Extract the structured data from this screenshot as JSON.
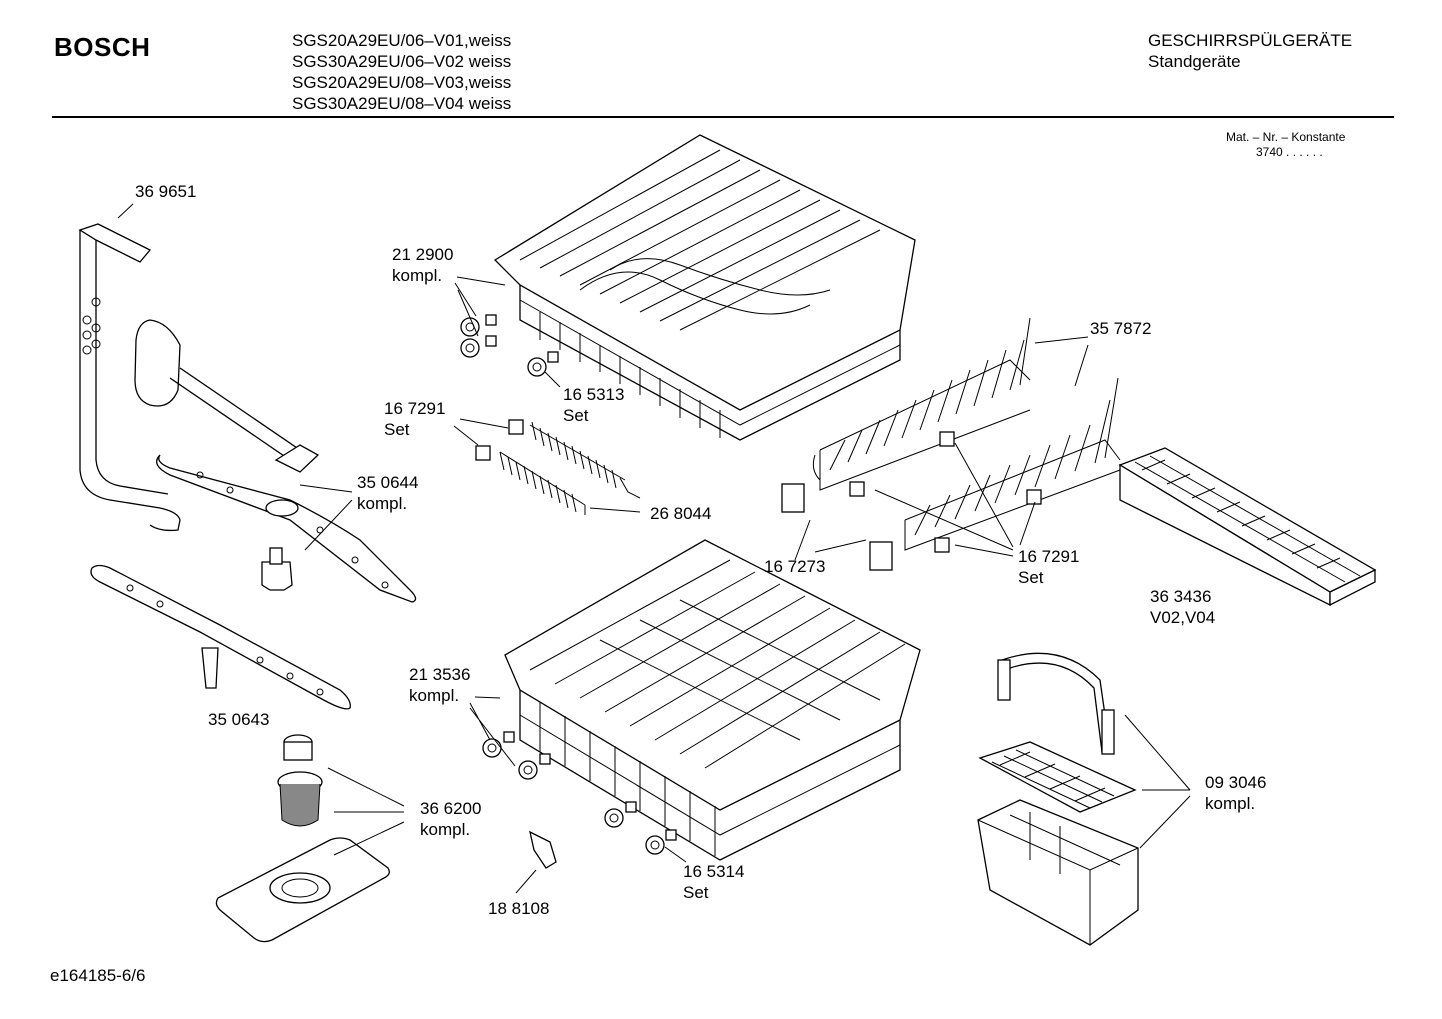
{
  "header": {
    "brand": "BOSCH",
    "models": [
      "SGS20A29EU/06–V01,weiss",
      "SGS30A29EU/06–V02 weiss",
      "SGS20A29EU/08–V03,weiss",
      "SGS30A29EU/08–V04 weiss"
    ],
    "category": "GESCHIRRSPÜLGERÄTE",
    "subcategory": "Standgeräte",
    "mat_label": "Mat. – Nr. – Konstante",
    "mat_value": "3740 .  .  .  .  .  ."
  },
  "parts": [
    {
      "id": "369651",
      "lines": [
        "36 9651"
      ]
    },
    {
      "id": "212900",
      "lines": [
        "21 2900",
        "kompl."
      ]
    },
    {
      "id": "165313",
      "lines": [
        "16 5313",
        "Set"
      ]
    },
    {
      "id": "167291a",
      "lines": [
        "16 7291",
        "Set"
      ]
    },
    {
      "id": "268044",
      "lines": [
        "26 8044"
      ]
    },
    {
      "id": "350644",
      "lines": [
        "35 0644",
        "kompl."
      ]
    },
    {
      "id": "357872",
      "lines": [
        "35 7872"
      ]
    },
    {
      "id": "167273",
      "lines": [
        "16 7273"
      ]
    },
    {
      "id": "167291b",
      "lines": [
        "16 7291",
        "Set"
      ]
    },
    {
      "id": "363436",
      "lines": [
        "36  3436",
        "V02,V04"
      ]
    },
    {
      "id": "213536",
      "lines": [
        "21 3536",
        "kompl."
      ]
    },
    {
      "id": "350643",
      "lines": [
        "35 0643"
      ]
    },
    {
      "id": "366200",
      "lines": [
        "36 6200",
        "kompl."
      ]
    },
    {
      "id": "093046",
      "lines": [
        "09 3046",
        "kompl."
      ]
    },
    {
      "id": "165314",
      "lines": [
        "16 5314",
        "Set"
      ]
    },
    {
      "id": "188108",
      "lines": [
        "18 8108"
      ]
    }
  ],
  "footer": {
    "code": "e164185-6/6"
  }
}
